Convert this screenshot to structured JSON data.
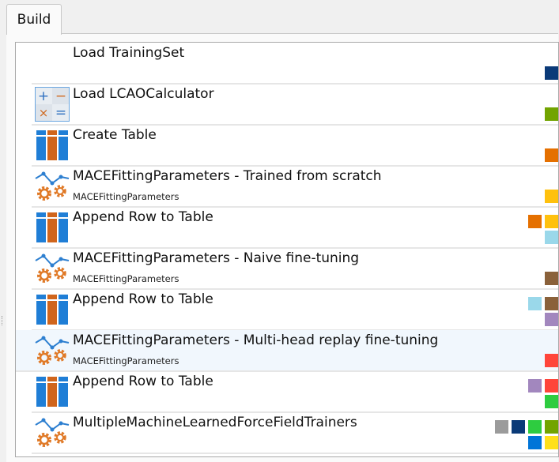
{
  "tab": "Build",
  "rows": [
    {
      "title": "Load TrainingSet",
      "subtitle": "",
      "icon": "none",
      "inputs": [],
      "outputs": [
        "#0a3a78"
      ]
    },
    {
      "title": "Load LCAOCalculator",
      "subtitle": "",
      "icon": "calculator-icon",
      "inputs": [],
      "outputs": [
        "#72a400"
      ]
    },
    {
      "title": "Create Table",
      "subtitle": "",
      "icon": "table-icon",
      "inputs": [],
      "outputs": [
        "#e57000"
      ]
    },
    {
      "title": "MACEFittingParameters - Trained from scratch",
      "subtitle": "MACEFittingParameters",
      "icon": "fitting-parameters-icon",
      "inputs": [],
      "outputs": [
        "#ffc10e"
      ]
    },
    {
      "title": "Append Row to Table",
      "subtitle": "",
      "icon": "table-icon",
      "inputs": [
        "#e57000",
        "#ffc10e"
      ],
      "outputs": [
        "#9ad8ea"
      ]
    },
    {
      "title": "MACEFittingParameters - Naive fine-tuning",
      "subtitle": "MACEFittingParameters",
      "icon": "fitting-parameters-icon",
      "inputs": [],
      "outputs": [
        "#8a613a"
      ]
    },
    {
      "title": "Append Row to Table",
      "subtitle": "",
      "icon": "table-icon",
      "inputs": [
        "#9ad8ea",
        "#8a613a"
      ],
      "outputs": [
        "#a287be"
      ]
    },
    {
      "title": "MACEFittingParameters - Multi-head replay fine-tuning",
      "subtitle": "MACEFittingParameters",
      "icon": "fitting-parameters-icon",
      "inputs": [],
      "outputs": [
        "#ff453a"
      ],
      "selected": true
    },
    {
      "title": "Append Row to Table",
      "subtitle": "",
      "icon": "table-icon",
      "inputs": [
        "#a287be",
        "#ff453a"
      ],
      "outputs": [
        "#2ecc40"
      ]
    },
    {
      "title": "MultipleMachineLearnedForceFieldTrainers",
      "subtitle": "",
      "icon": "fitting-parameters-icon",
      "inputs": [
        "#9b9b9b",
        "#0a3a78",
        "#2ecc40",
        "#72a400"
      ],
      "outputs": [
        "#0075d8",
        "#ffe01a"
      ]
    }
  ]
}
